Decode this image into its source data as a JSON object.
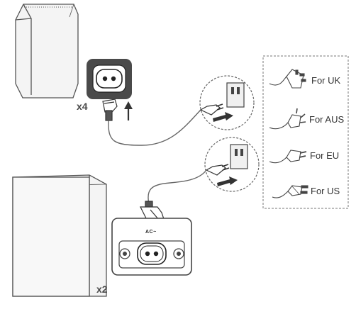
{
  "labels": {
    "qty_top": "x4",
    "qty_bottom": "x2",
    "ac_label": "AC~"
  },
  "plug_options": [
    {
      "label": "For UK",
      "icon": "uk-plug-icon"
    },
    {
      "label": "For AUS",
      "icon": "aus-plug-icon"
    },
    {
      "label": "For EU",
      "icon": "eu-plug-icon"
    },
    {
      "label": "For US",
      "icon": "us-plug-icon"
    }
  ],
  "colors": {
    "line": "#555555",
    "device_fill": "#f4f4f4",
    "panel_dark": "#4a4a4a",
    "arrow": "#333333"
  }
}
